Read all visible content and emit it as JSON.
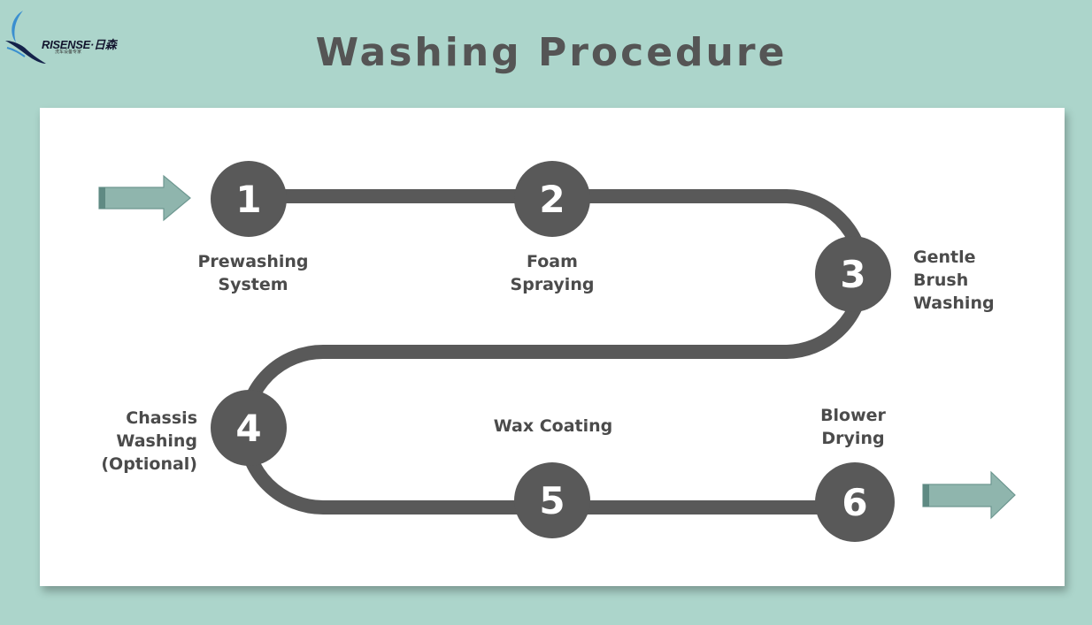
{
  "logo": {
    "name": "RISENSE·日森",
    "tagline": "洗车设备专家"
  },
  "title": "Washing Procedure",
  "steps": [
    {
      "number": "1",
      "label": "Prewashing\nSystem"
    },
    {
      "number": "2",
      "label": "Foam\nSpraying"
    },
    {
      "number": "3",
      "label": "Gentle\nBrush\nWashing"
    },
    {
      "number": "4",
      "label": "Chassis\nWashing\n(Optional)"
    },
    {
      "number": "5",
      "label": "Wax Coating"
    },
    {
      "number": "6",
      "label": "Blower\nDrying"
    }
  ],
  "colors": {
    "background": "#acd5cb",
    "circle": "#595959",
    "arrow": "#8fb5ad",
    "arrow_edge": "#5f8a83",
    "text": "#4b4b4b",
    "title": "#555555"
  }
}
